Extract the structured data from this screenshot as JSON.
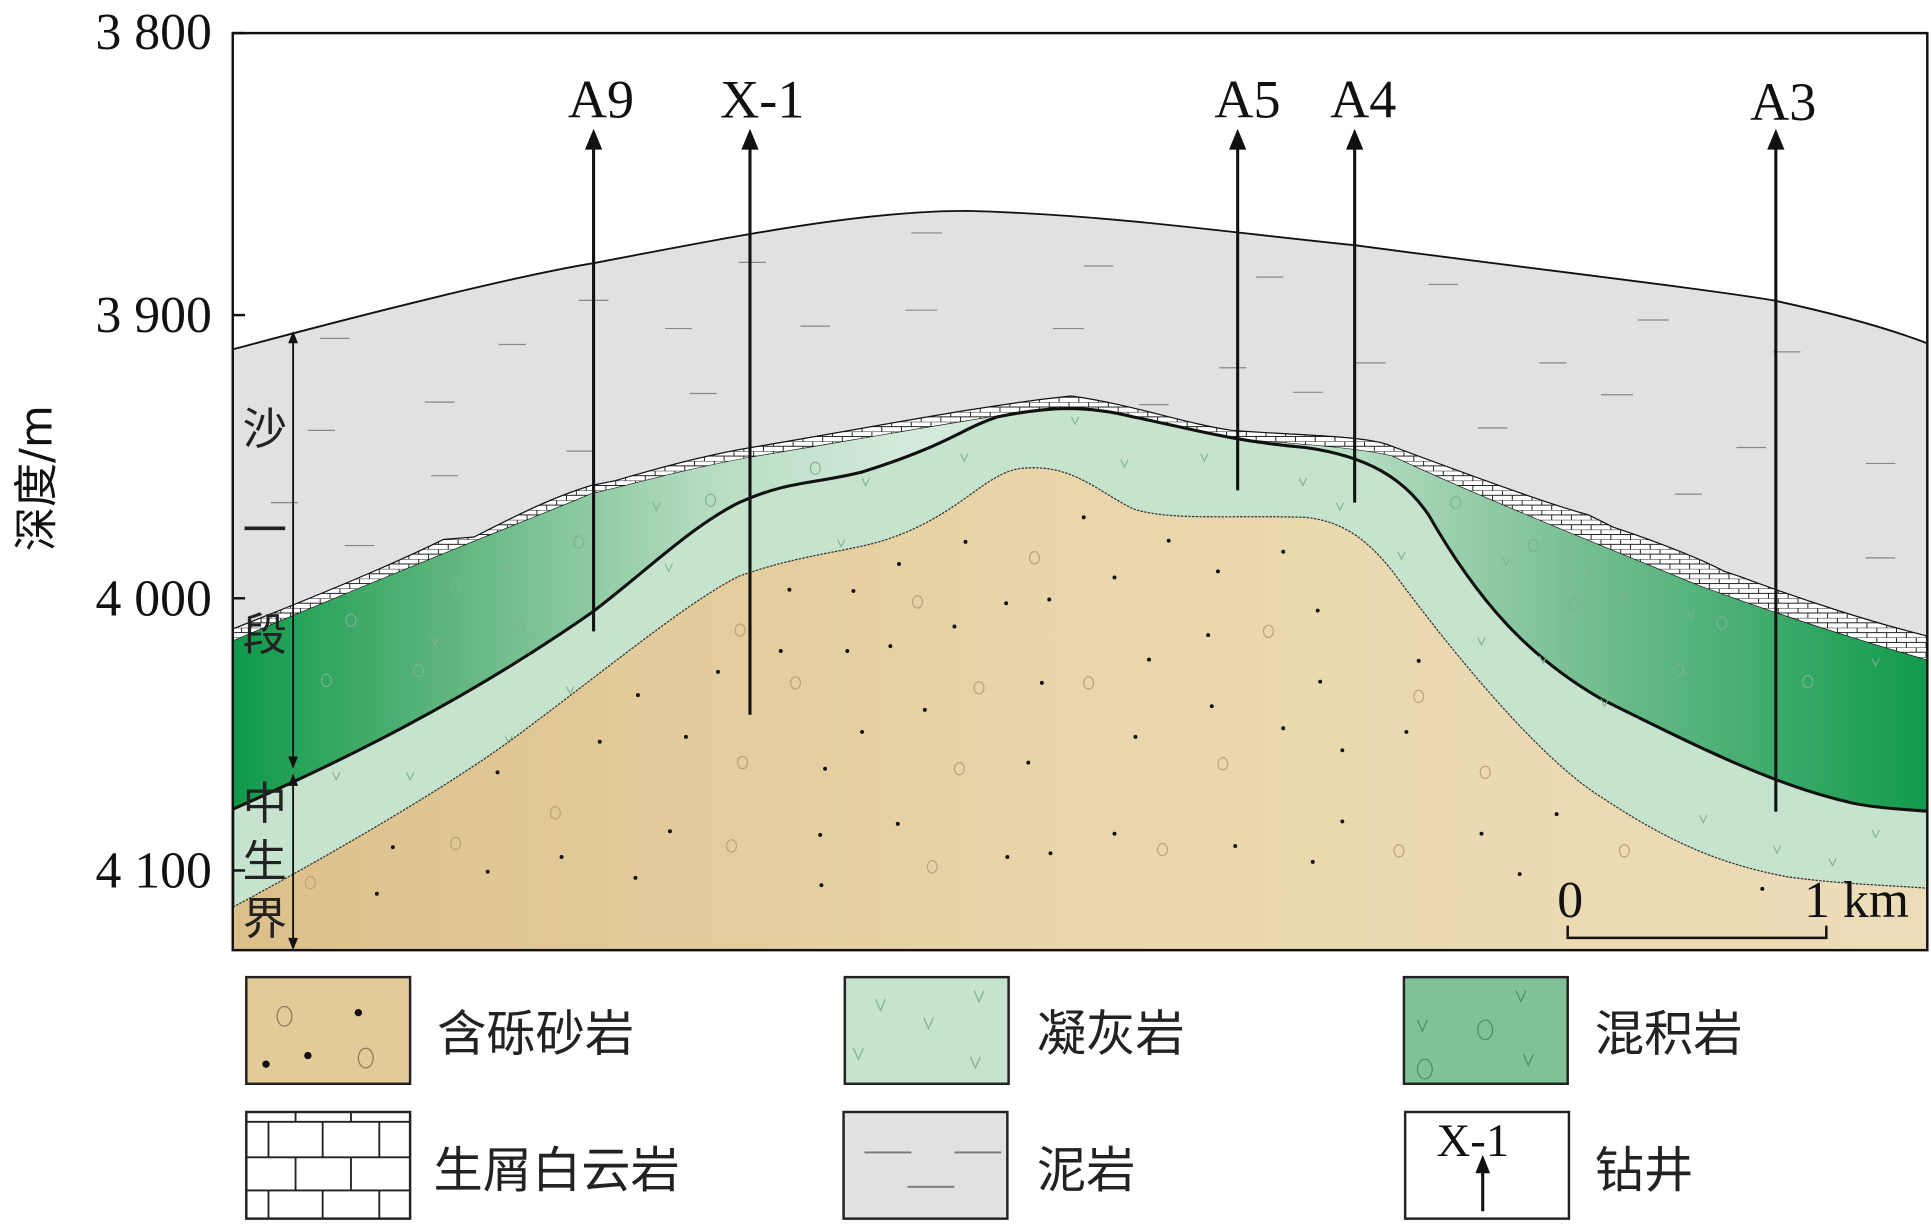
{
  "axis": {
    "ylabel": "深度/m",
    "ticks": [
      "3 800",
      "3 900",
      "4 000",
      "4 100"
    ]
  },
  "strata_labels": {
    "upper": [
      "沙",
      "一",
      "段"
    ],
    "lower": [
      "中",
      "生",
      "界"
    ]
  },
  "wells": [
    {
      "name": "A9"
    },
    {
      "name": "X-1"
    },
    {
      "name": "A5"
    },
    {
      "name": "A4"
    },
    {
      "name": "A3"
    }
  ],
  "scale_bar": {
    "start": "0",
    "end": "1 km"
  },
  "legend": [
    {
      "label": "含砾砂岩",
      "color": "#e3cb99"
    },
    {
      "label": "凝灰岩",
      "color": "#c5e3cd"
    },
    {
      "label": "混积岩",
      "color": "#80c296"
    },
    {
      "label": "生屑白云岩",
      "color": "#ffffff"
    },
    {
      "label": "泥岩",
      "color": "#e1e1e2"
    },
    {
      "label": "钻井",
      "sample": "X-1"
    }
  ]
}
